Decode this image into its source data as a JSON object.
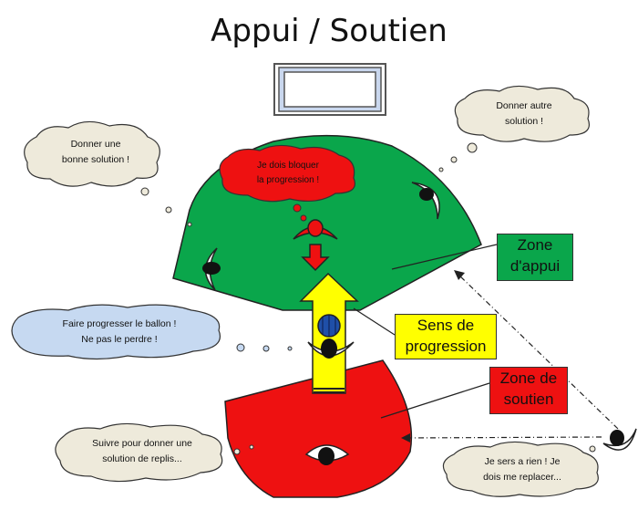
{
  "title": "Appui / Soutien",
  "clouds": {
    "top_left": "Donner  une\nbonne solution !",
    "top_right": "Donner  autre\nsolution !",
    "red_top": "Je dois bloquer\nla progression !",
    "left_mid": "Faire progresser le ballon !\nNe pas le perdre !",
    "bottom_left": "Suivre pour donner une\nsolution de replis...",
    "bottom_right": "Je sers a rien ! Je\ndois me replacer..."
  },
  "labels": {
    "zone_appui": "Zone\nd'appui",
    "sens_progression": "Sens de\nprogression",
    "zone_soutien": "Zone de\nsoutien"
  },
  "colors": {
    "green_zone": "#0aa64b",
    "red_zone": "#ee1111",
    "arrow_yellow": "#ffff00",
    "ball_blue": "#1f4fa8",
    "cloud_fill": "#eeeadb",
    "cloud_blue": "#c6d9f1",
    "cloud_red": "#ee1111"
  }
}
